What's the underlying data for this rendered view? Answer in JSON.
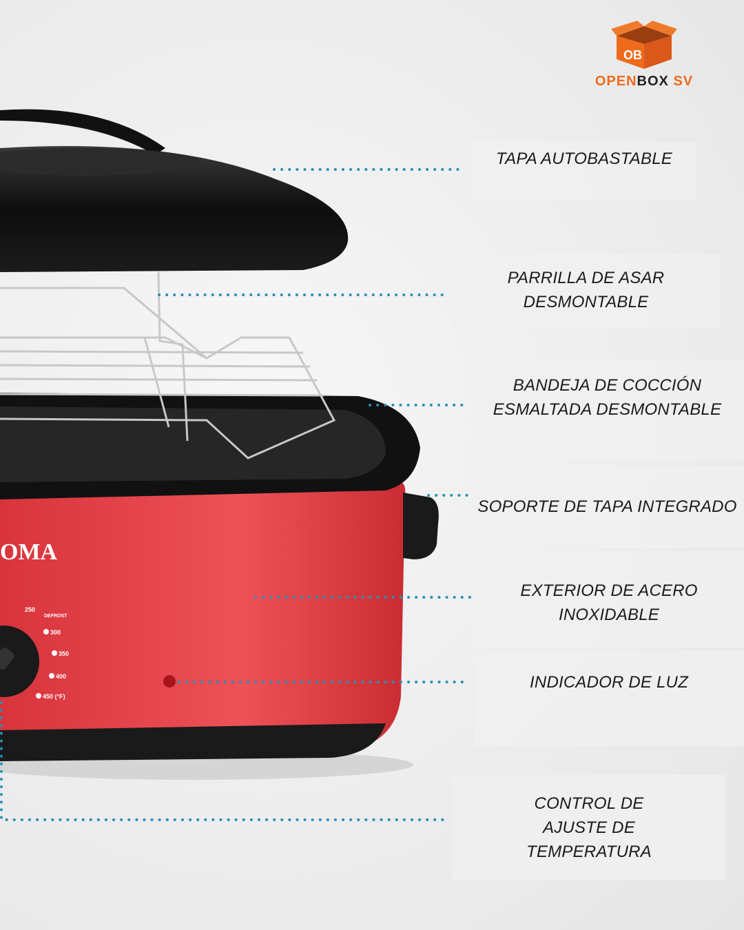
{
  "brand": {
    "name_part1": "OPEN",
    "name_part2": "BOX",
    "name_part3": " SV",
    "box_monogram": "OB",
    "accent": "#ee6b1c"
  },
  "product": {
    "brand_fragment": "OMA",
    "dial_marks": [
      "250",
      "DEFROST",
      "300",
      "350",
      "400",
      "450 (°F)"
    ]
  },
  "line_color": "#2b8fb3",
  "features": [
    {
      "label": "TAPA AUTOBASTABLE"
    },
    {
      "label": "PARRILLA DE ASAR DESMONTABLE"
    },
    {
      "label": "BANDEJA DE COCCIÓN ESMALTADA DESMONTABLE"
    },
    {
      "label": "SOPORTE DE TAPA INTEGRADO"
    },
    {
      "label": "EXTERIOR DE ACERO INOXIDABLE"
    },
    {
      "label": "INDICADOR DE LUZ"
    },
    {
      "label": "CONTROL DE AJUSTE DE TEMPERATURA"
    }
  ]
}
